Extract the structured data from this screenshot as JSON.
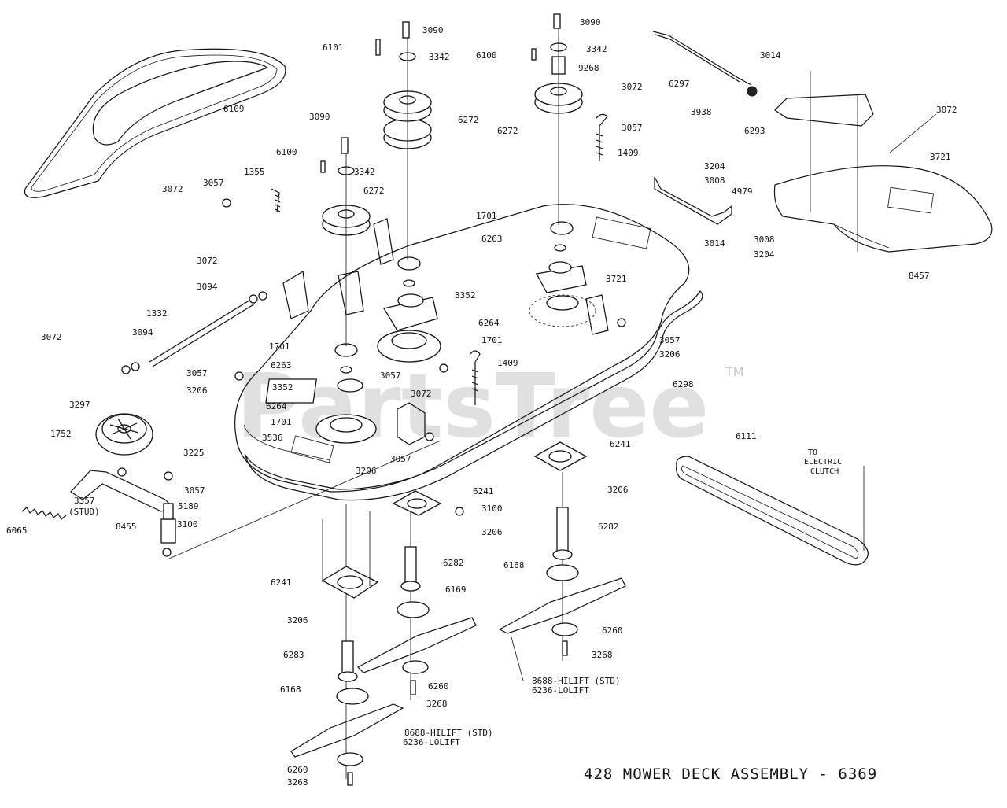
{
  "diagram": {
    "title": "428 MOWER DECK ASSEMBLY - 6369",
    "watermark": "PartsTree",
    "trademark": "TM",
    "electric_clutch_note": [
      "TO",
      "ELECTRIC",
      "CLUTCH"
    ],
    "labels": [
      {
        "text": "3090"
      },
      {
        "text": "3342"
      },
      {
        "text": "6101"
      },
      {
        "text": "3090"
      },
      {
        "text": "3342"
      },
      {
        "text": "6100"
      },
      {
        "text": "9268"
      },
      {
        "text": "6297"
      },
      {
        "text": "3014"
      },
      {
        "text": "6272"
      },
      {
        "text": "6272"
      },
      {
        "text": "3072"
      },
      {
        "text": "3057"
      },
      {
        "text": "3938"
      },
      {
        "text": "6293"
      },
      {
        "text": "3072"
      },
      {
        "text": "6109"
      },
      {
        "text": "3090"
      },
      {
        "text": "1409"
      },
      {
        "text": "6100"
      },
      {
        "text": "3342"
      },
      {
        "text": "3204"
      },
      {
        "text": "3008"
      },
      {
        "text": "4979"
      },
      {
        "text": "3721"
      },
      {
        "text": "3072"
      },
      {
        "text": "3057"
      },
      {
        "text": "1355"
      },
      {
        "text": "6272"
      },
      {
        "text": "1701"
      },
      {
        "text": "6263"
      },
      {
        "text": "3014"
      },
      {
        "text": "3008"
      },
      {
        "text": "3204"
      },
      {
        "text": "8457"
      },
      {
        "text": "3072"
      },
      {
        "text": "3094"
      },
      {
        "text": "3352"
      },
      {
        "text": "3721"
      },
      {
        "text": "1332"
      },
      {
        "text": "6264"
      },
      {
        "text": "3057"
      },
      {
        "text": "3072"
      },
      {
        "text": "3094"
      },
      {
        "text": "1701"
      },
      {
        "text": "3206"
      },
      {
        "text": "1701"
      },
      {
        "text": "3057"
      },
      {
        "text": "1409"
      },
      {
        "text": "6263"
      },
      {
        "text": "3057"
      },
      {
        "text": "3206"
      },
      {
        "text": "3352"
      },
      {
        "text": "6298"
      },
      {
        "text": "3297"
      },
      {
        "text": "6264"
      },
      {
        "text": "3072"
      },
      {
        "text": "1701"
      },
      {
        "text": "1752"
      },
      {
        "text": "3536"
      },
      {
        "text": "3225"
      },
      {
        "text": "3057"
      },
      {
        "text": "6241"
      },
      {
        "text": "3057"
      },
      {
        "text": "3206"
      },
      {
        "text": "6111"
      },
      {
        "text": "6241"
      },
      {
        "text": "3206"
      },
      {
        "text": "3357"
      },
      {
        "text": "(STUD)"
      },
      {
        "text": "5189"
      },
      {
        "text": "3100"
      },
      {
        "text": "8455"
      },
      {
        "text": "3100"
      },
      {
        "text": "6065"
      },
      {
        "text": "3206"
      },
      {
        "text": "6282"
      },
      {
        "text": "6282"
      },
      {
        "text": "6168"
      },
      {
        "text": "6241"
      },
      {
        "text": "6169"
      },
      {
        "text": "3206"
      },
      {
        "text": "6260"
      },
      {
        "text": "3268"
      },
      {
        "text": "6283"
      },
      {
        "text": "6260"
      },
      {
        "text": "8688-HILIFT (STD)"
      },
      {
        "text": "6236-LOLIFT"
      },
      {
        "text": "6168"
      },
      {
        "text": "3268"
      },
      {
        "text": "8688-HILIFT (STD)"
      },
      {
        "text": "6236-LOLIFT"
      },
      {
        "text": "6260"
      },
      {
        "text": "3268"
      }
    ]
  }
}
